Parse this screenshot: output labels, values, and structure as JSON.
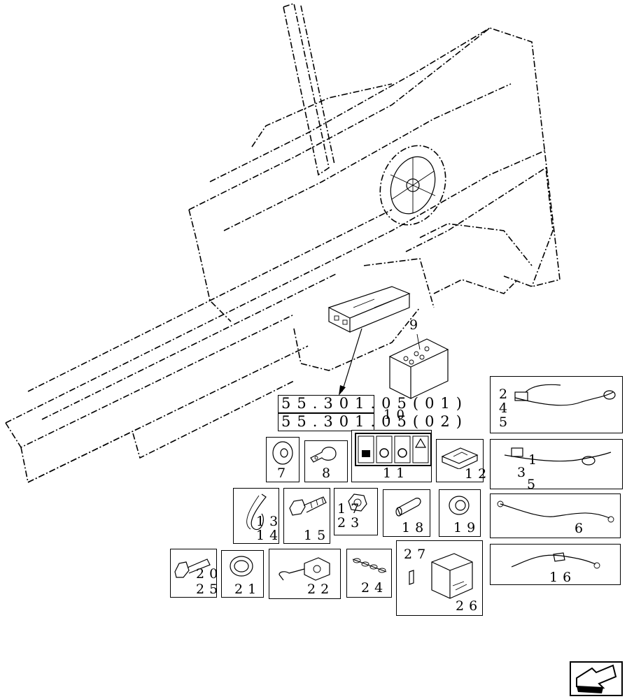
{
  "refs": {
    "ref1": "55.301.05(01)",
    "ref2": "55.301.05(02)",
    "ref_overlap": "10"
  },
  "callouts": {
    "battery": "9",
    "washer": "7",
    "clamp": "8",
    "decal": "11",
    "block": "12",
    "strap_a": "13",
    "strap_b": "14",
    "bolt": "15",
    "nut_a": "17",
    "nut_b": "23",
    "pin": "18",
    "ring": "19",
    "bolt_small_a": "20",
    "bolt_small_b": "25",
    "washer_flat": "21",
    "switch": "22",
    "chain": "24",
    "box_a": "27",
    "box_b": "26",
    "cable1_a": "2",
    "cable1_b": "4",
    "cable1_c": "5",
    "cable2_a": "1",
    "cable2_b": "3",
    "cable2_c": "5",
    "cable3": "6",
    "cable4": "16"
  },
  "icons": {
    "nav": "next-page-arrow-icon"
  }
}
